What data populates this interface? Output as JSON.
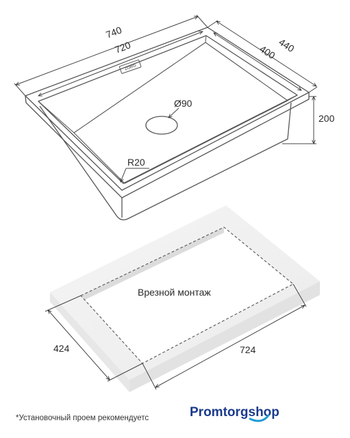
{
  "sink": {
    "dimensions": {
      "outer_width": "740",
      "inner_width": "720",
      "outer_depth": "440",
      "inner_depth": "400",
      "height": "200",
      "drain": "Ø90",
      "radius": "R20"
    },
    "badge_text": "ZORG"
  },
  "cutout": {
    "label": "Врезной монтаж",
    "width": "724",
    "depth": "424"
  },
  "footnote": "*Установочный проем рекомендуетс",
  "brand": {
    "part1": "Promtorg",
    "part2": "shop",
    "color_primary": "#1b3a8c",
    "color_accent": "#1e9ad6"
  }
}
